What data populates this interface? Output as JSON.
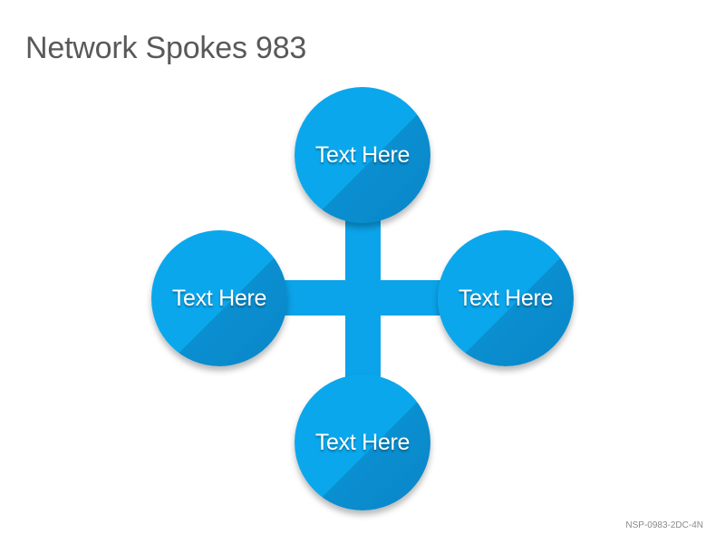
{
  "slide": {
    "title": "Network Spokes 983",
    "footer_code": "NSP-0983-2DC-4N"
  },
  "diagram": {
    "accent_color": "#0ba7ec",
    "shade_color": "#0a86c8",
    "nodes": [
      {
        "position": "top",
        "label": "Text Here"
      },
      {
        "position": "left",
        "label": "Text Here"
      },
      {
        "position": "right",
        "label": "Text Here"
      },
      {
        "position": "bottom",
        "label": "Text Here"
      }
    ]
  }
}
